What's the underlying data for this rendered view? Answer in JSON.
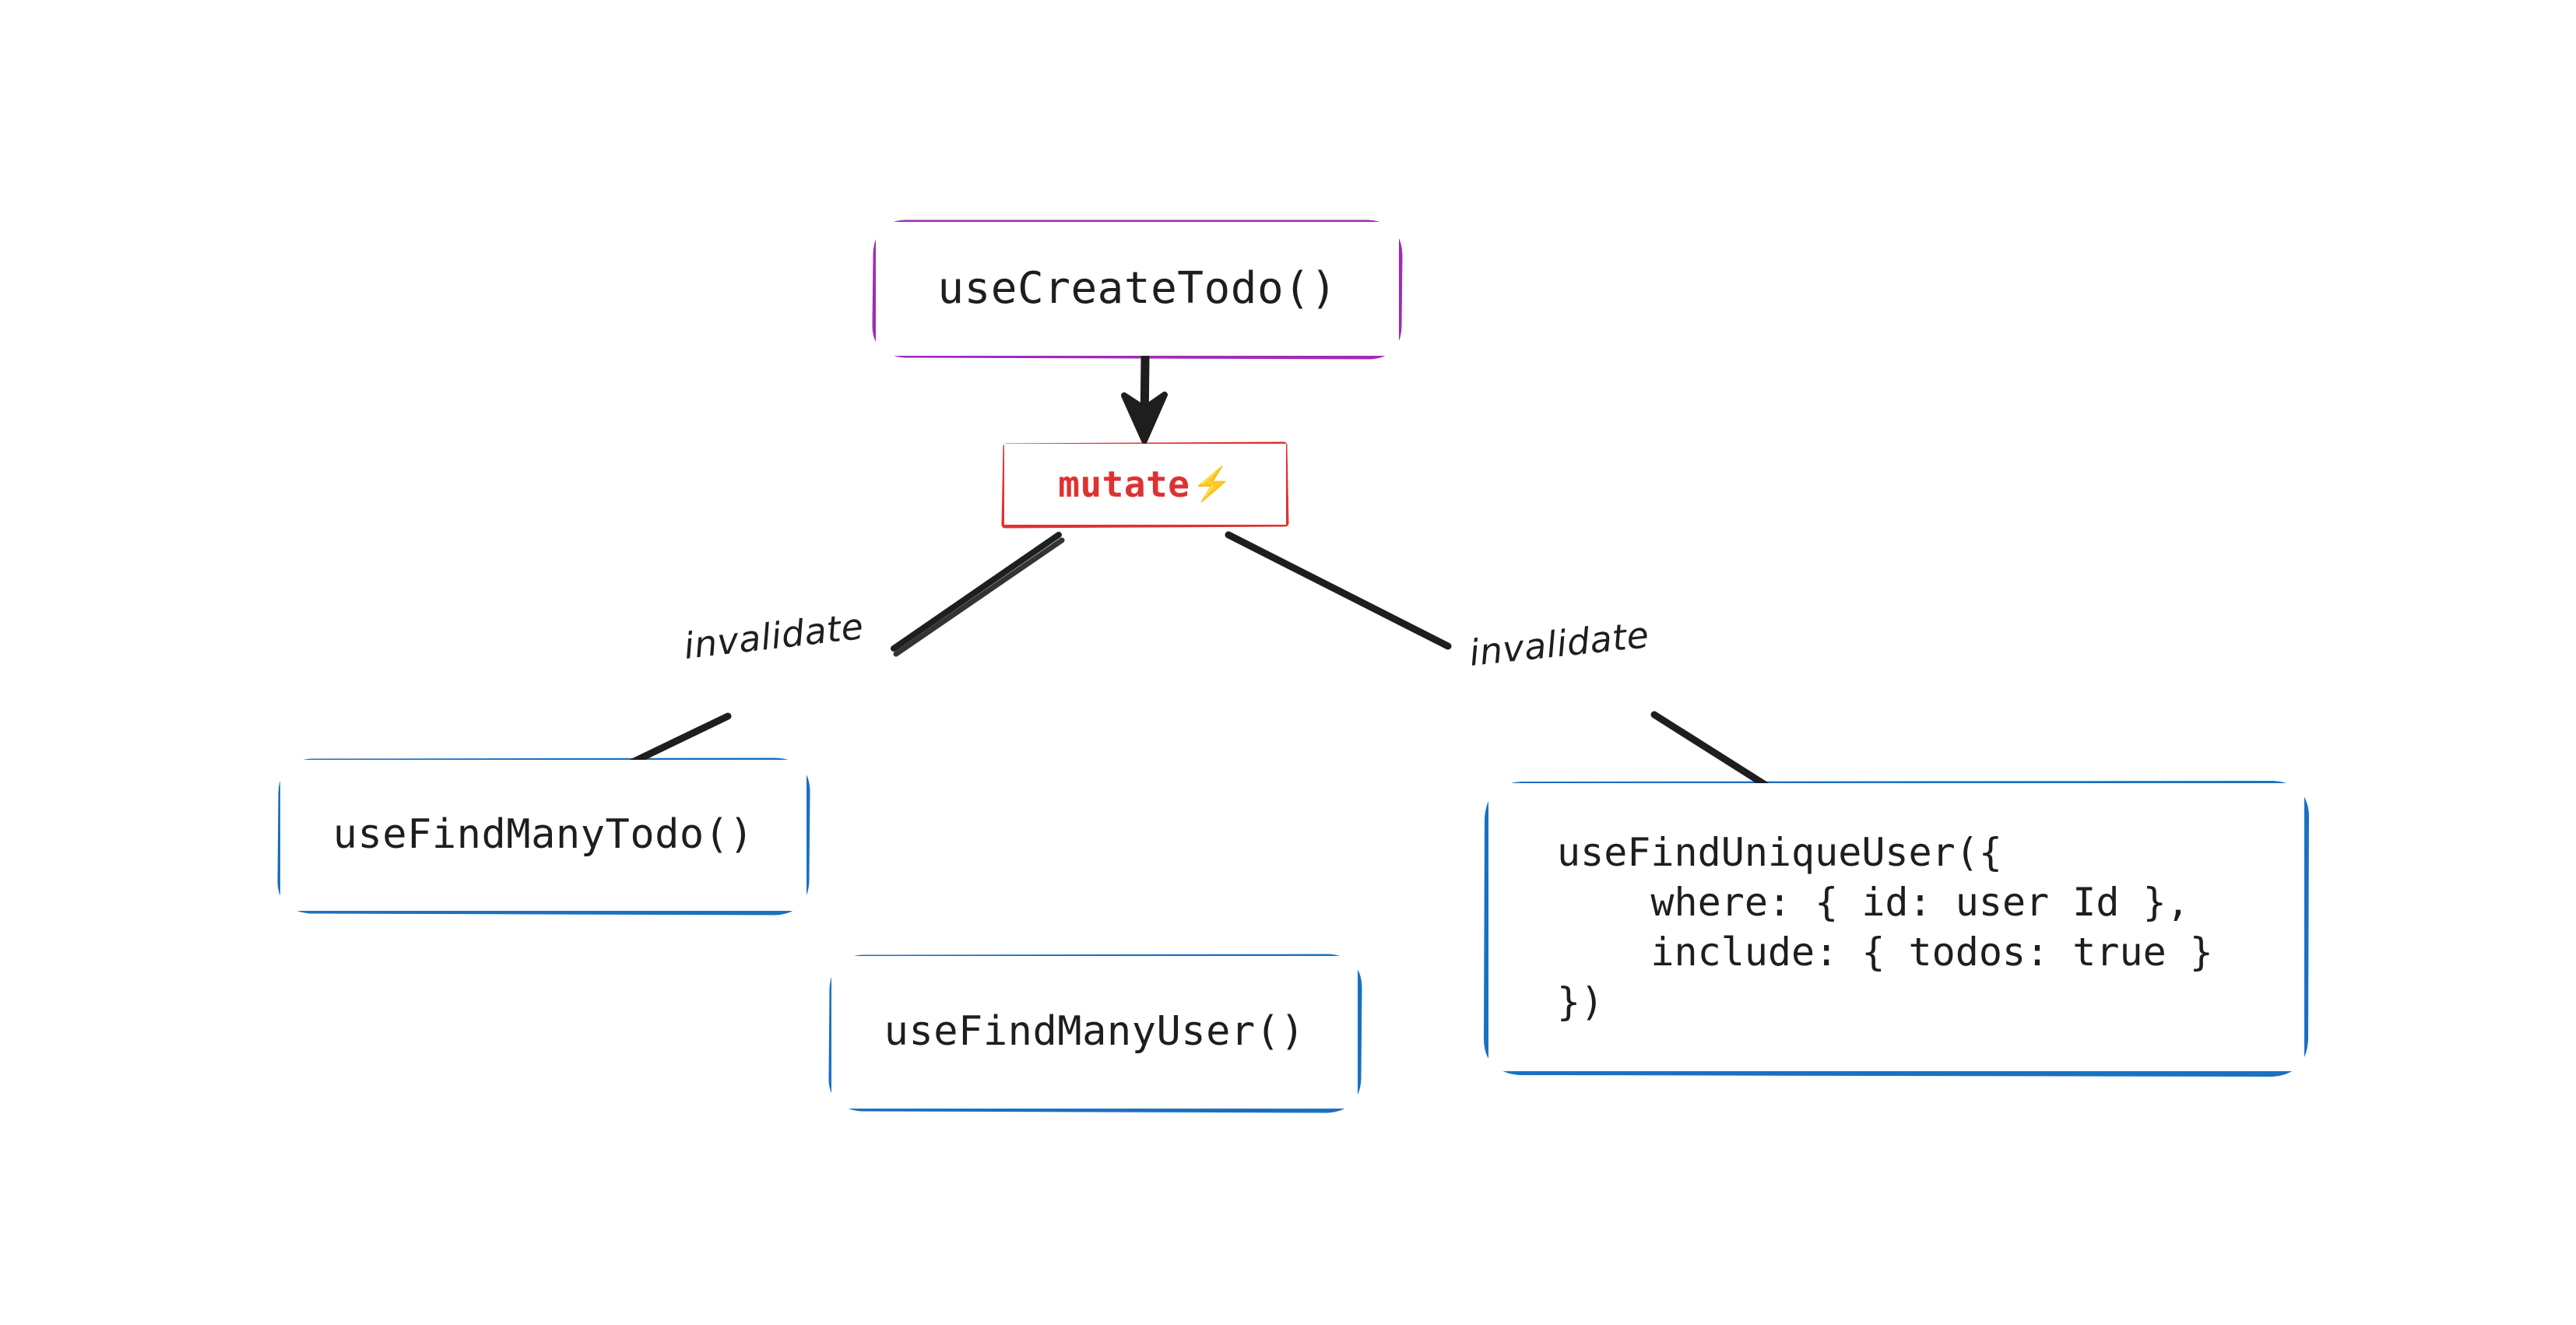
{
  "diagram": {
    "type": "flow-diagram",
    "style": "hand-drawn",
    "background": "#ffffff",
    "title": "",
    "colors": {
      "purple": "#a02bb8",
      "red": "#e03131",
      "blue": "#1971c2",
      "stroke": "#1e1e1e",
      "text": "#1e1e1e",
      "bolt_yellow": "#ffcc00",
      "bolt_orange": "#f5a623"
    },
    "nodes": [
      {
        "id": "use-create-todo",
        "label": "useCreateTodo()",
        "border_color": "#a02bb8",
        "shape": "rounded-rect"
      },
      {
        "id": "mutate",
        "label": "mutate",
        "icon": "lightning-bolt-icon",
        "icon_glyph": "⚡",
        "border_color": "#e03131",
        "text_color": "#e03131",
        "shape": "rect"
      },
      {
        "id": "use-find-many-todo",
        "label": "useFindManyTodo()",
        "border_color": "#1971c2",
        "shape": "rounded-rect"
      },
      {
        "id": "use-find-many-user",
        "label": "useFindManyUser()",
        "border_color": "#1971c2",
        "shape": "rounded-rect"
      },
      {
        "id": "use-find-unique-user",
        "label": "useFindUniqueUser({\n    where: { id: user Id },\n    include: { todos: true }\n})",
        "border_color": "#1971c2",
        "shape": "rounded-rect"
      }
    ],
    "edges": [
      {
        "id": "edge-create-to-mutate",
        "from": "use-create-todo",
        "to": "mutate",
        "label": "",
        "arrowhead": "filled"
      },
      {
        "id": "edge-mutate-to-find-many-todo",
        "from": "mutate",
        "to": "use-find-many-todo",
        "label": "invalidate",
        "arrowhead": "open"
      },
      {
        "id": "edge-mutate-to-find-unique-user",
        "from": "mutate",
        "to": "use-find-unique-user",
        "label": "invalidate",
        "arrowhead": "open"
      }
    ]
  }
}
